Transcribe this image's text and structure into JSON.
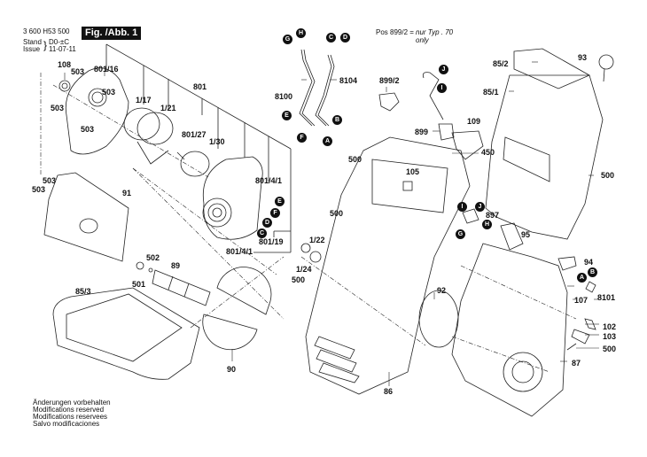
{
  "header": {
    "part_number": "3 600 H53 500",
    "stand_label": "Stand",
    "issue_label": "Issue",
    "stand_value": "D0-±C",
    "issue_value": "11-07-11",
    "figure_title": "Fig. /Abb. 1"
  },
  "note": {
    "pos": "Pos 899/2 =",
    "text": "nur Typ . 70",
    "text2": "only"
  },
  "footer": {
    "lines": [
      "Änderungen vorbehalten",
      "Modifications reserved",
      "Modifications reservees",
      "Salvo modificaciones"
    ]
  },
  "labels": {
    "l108": "108",
    "l503a": "503",
    "l801_16": "801/16",
    "l503b": "503",
    "l503c": "503",
    "l503d": "503",
    "l1_17": "1/17",
    "l1_21": "1/21",
    "l801": "801",
    "l801_27": "801/27",
    "l1_30": "1/30",
    "l801_4_1a": "801/4/1",
    "l801_19": "801/19",
    "l801_4_1b": "801/4/1",
    "l503e": "503",
    "l503f": "503",
    "l91": "91",
    "l502": "502",
    "l501": "501",
    "l89": "89",
    "l85_3": "85/3",
    "l90": "90",
    "l8100": "8100",
    "l8104": "8104",
    "l899_2": "899/2",
    "l899": "899",
    "l109": "109",
    "l85_2": "85/2",
    "l93": "93",
    "l85_1": "85/1",
    "l450": "450",
    "l500a": "500",
    "l500b": "500",
    "l105": "105",
    "l500c": "500",
    "l1_22": "1/22",
    "l1_24": "1/24",
    "l500d": "500",
    "l897": "897",
    "l95": "95",
    "l92": "92",
    "l94": "94",
    "l8101": "8101",
    "l107": "107",
    "l102": "102",
    "l103": "103",
    "l500e": "500",
    "l87": "87",
    "l86": "86"
  },
  "badges": {
    "G1": "G",
    "H1": "H",
    "C1": "C",
    "D1": "D",
    "E1": "E",
    "F1": "F",
    "B1": "B",
    "A1": "A",
    "J1": "J",
    "I1": "I",
    "E2": "E",
    "F2": "F",
    "D2": "D",
    "C2": "C",
    "I2": "I",
    "J2": "J",
    "H2": "H",
    "G2": "G",
    "A2": "A",
    "B2": "B"
  }
}
